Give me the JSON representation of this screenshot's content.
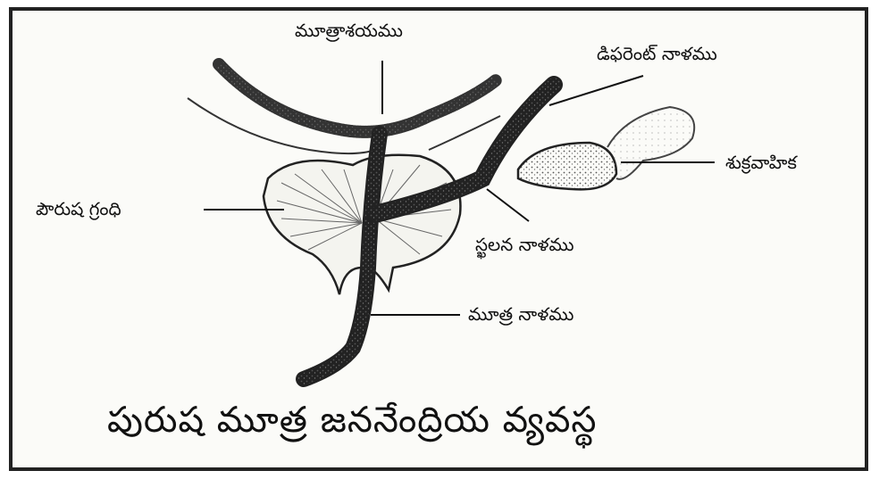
{
  "labels": {
    "bladder": "మూత్రాశయము",
    "vas_deferens": "డిఫరెంట్ నాళము",
    "seminal_vesicle": "శుక్రవాహిక",
    "prostate": "పౌరుష గ్రంధి",
    "ejaculatory_duct": "స్ఖలన నాళము",
    "urethra": "మూత్ర నాళము"
  },
  "caption": "పురుష మూత్ర జననేంద్రియ వ్యవస్థ"
}
